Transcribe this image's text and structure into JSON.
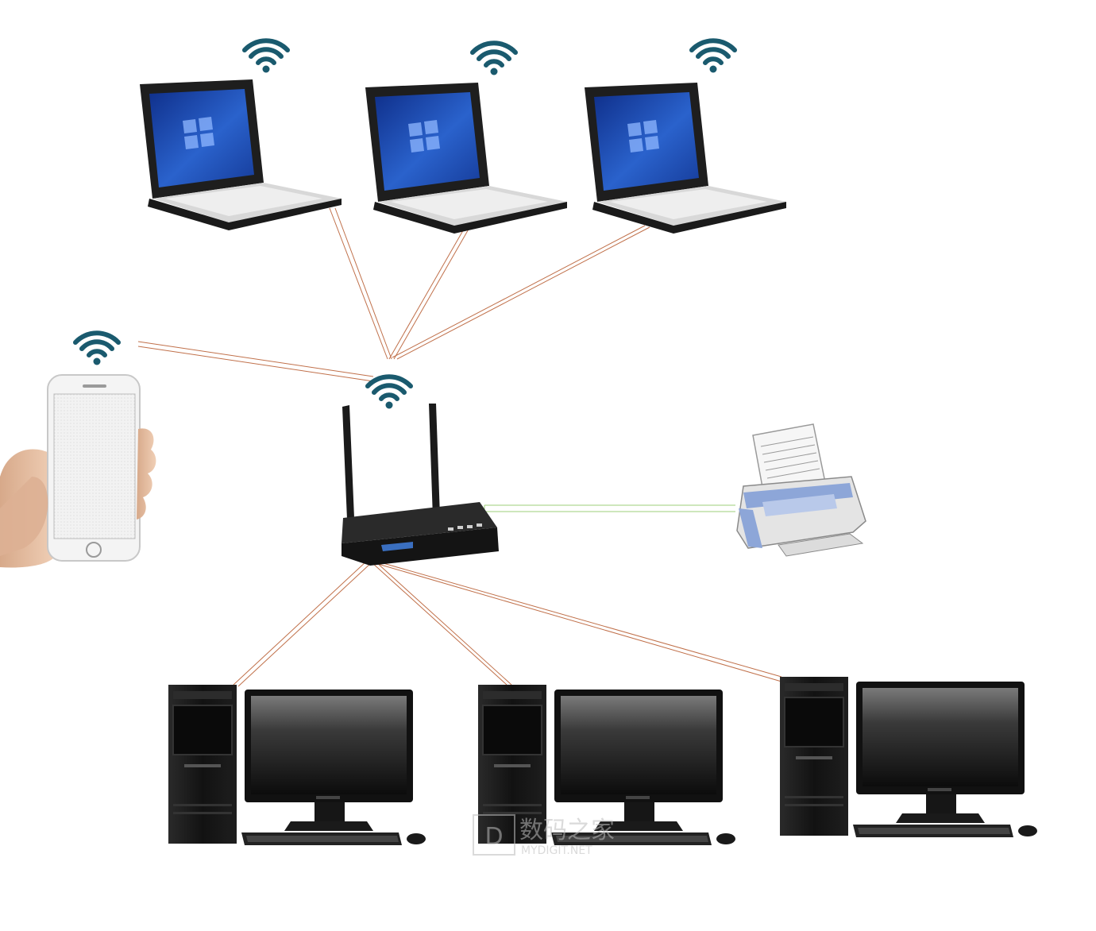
{
  "colors": {
    "wifi": "#1a5a6e",
    "wired_link": "#c0704a",
    "printer_link": "#9ccf7a",
    "laptop_body": "#1e1e1e",
    "laptop_screen": "#1f4fb8",
    "laptop_keyboard": "#dcdcdc",
    "router": "#1a1a1a",
    "printer_body": "#e4e4e4",
    "printer_accent": "#8da6d8",
    "tower": "#141414",
    "monitor": "#111111",
    "phone_white": "#f4f4f4",
    "skin": "#e8c3a6",
    "watermark": "#d0d0d0"
  },
  "watermark": {
    "cn": "数码之家",
    "en": "MYDIGIT.NET",
    "glyph": "D"
  },
  "devices": {
    "laptops": [
      "laptop",
      "laptop",
      "laptop"
    ],
    "phone": "phone",
    "router": "router",
    "printer": "printer",
    "desktops": [
      "desktop",
      "desktop",
      "desktop"
    ]
  }
}
